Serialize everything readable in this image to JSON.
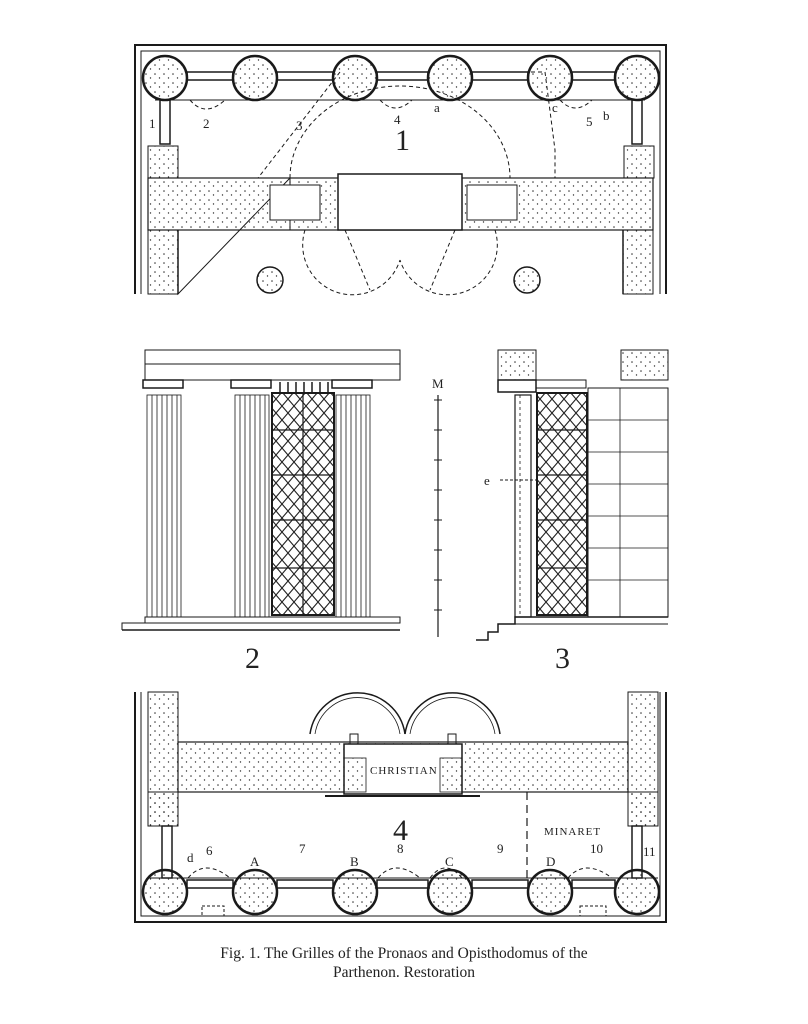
{
  "figure_caption": {
    "line1": "Fig. 1. The Grilles of the Pronaos and Opisthodomus of the",
    "line2": "Parthenon. Restoration"
  },
  "panels": [
    {
      "number": "1",
      "labels": [
        "1",
        "2",
        "3",
        "4",
        "a",
        "c",
        "5",
        "b"
      ]
    },
    {
      "number": "2",
      "scale_label": "M"
    },
    {
      "number": "3",
      "labels": [
        "e"
      ]
    },
    {
      "number": "4",
      "labels": [
        "CHRISTIAN",
        "MINARET",
        "d",
        "6",
        "A",
        "7",
        "B",
        "8",
        "C",
        "9",
        "D",
        "10",
        "11"
      ]
    }
  ],
  "colors": {
    "ink": "#1a1a1a",
    "paper": "#ffffff",
    "stipple": "#333333"
  }
}
